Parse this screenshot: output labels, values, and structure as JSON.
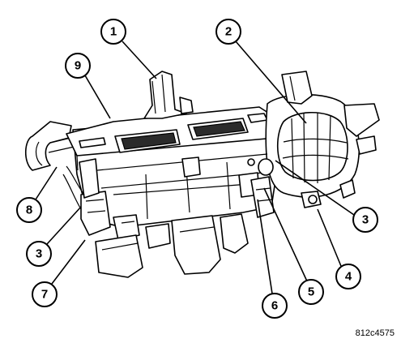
{
  "figure_code": "812c4575",
  "callouts": [
    {
      "id": "c1",
      "number": "1"
    },
    {
      "id": "c2",
      "number": "2"
    },
    {
      "id": "c9",
      "number": "9"
    },
    {
      "id": "c8",
      "number": "8"
    },
    {
      "id": "c3a",
      "number": "3"
    },
    {
      "id": "c3b",
      "number": "3"
    },
    {
      "id": "c7",
      "number": "7"
    },
    {
      "id": "c6",
      "number": "6"
    },
    {
      "id": "c5",
      "number": "5"
    },
    {
      "id": "c4",
      "number": "4"
    }
  ],
  "colors": {
    "ink": "#000000",
    "paper": "#ffffff",
    "shade": "#2b2b2b"
  }
}
